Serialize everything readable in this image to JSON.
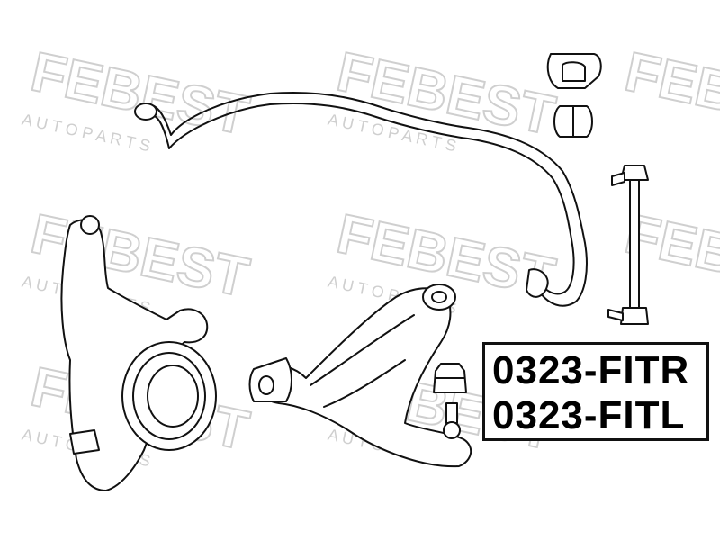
{
  "watermark": {
    "brand": "FEBEST",
    "sub": "A U T O   P A R T S",
    "color": "#d9d9d9"
  },
  "parts": {
    "numbers": [
      "0323-FITR",
      "0323-FITL"
    ]
  },
  "components": {
    "stabilizer_bar": "stabilizer-bar",
    "stabilizer_bushing": "stabilizer-bushing",
    "stabilizer_link": "stabilizer-link",
    "steering_knuckle": "steering-knuckle",
    "lower_control_arm": "lower-control-arm",
    "ball_joint": "ball-joint"
  },
  "colors": {
    "line": "#111111",
    "box_border": "#111111",
    "watermark": "#d9d9d9"
  }
}
